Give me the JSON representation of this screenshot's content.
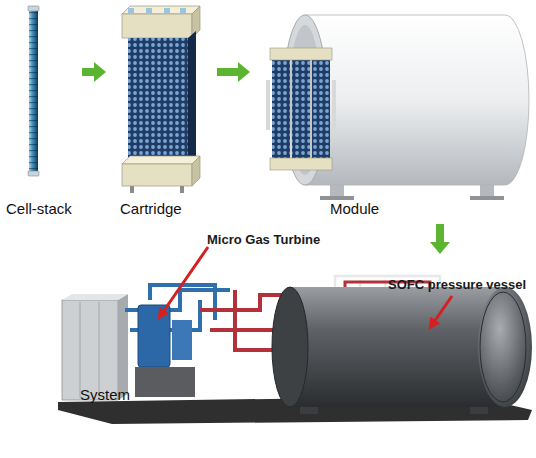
{
  "diagram": {
    "nodes": [
      {
        "text": [
          "Cell-stack"
        ]
      },
      {
        "text": [
          "Cartridge"
        ]
      },
      {
        "text": [
          "Module"
        ]
      },
      {
        "text": [
          "System"
        ]
      }
    ],
    "edges": [
      {
        "from": 0,
        "to": 1,
        "arrow": "to"
      },
      {
        "from": 1,
        "to": 2,
        "arrow": "to"
      },
      {
        "from": 2,
        "to": 3,
        "arrow": "to"
      }
    ],
    "labels": [
      "Micro Gas Turbine",
      "SOFC pressure vessel"
    ]
  }
}
